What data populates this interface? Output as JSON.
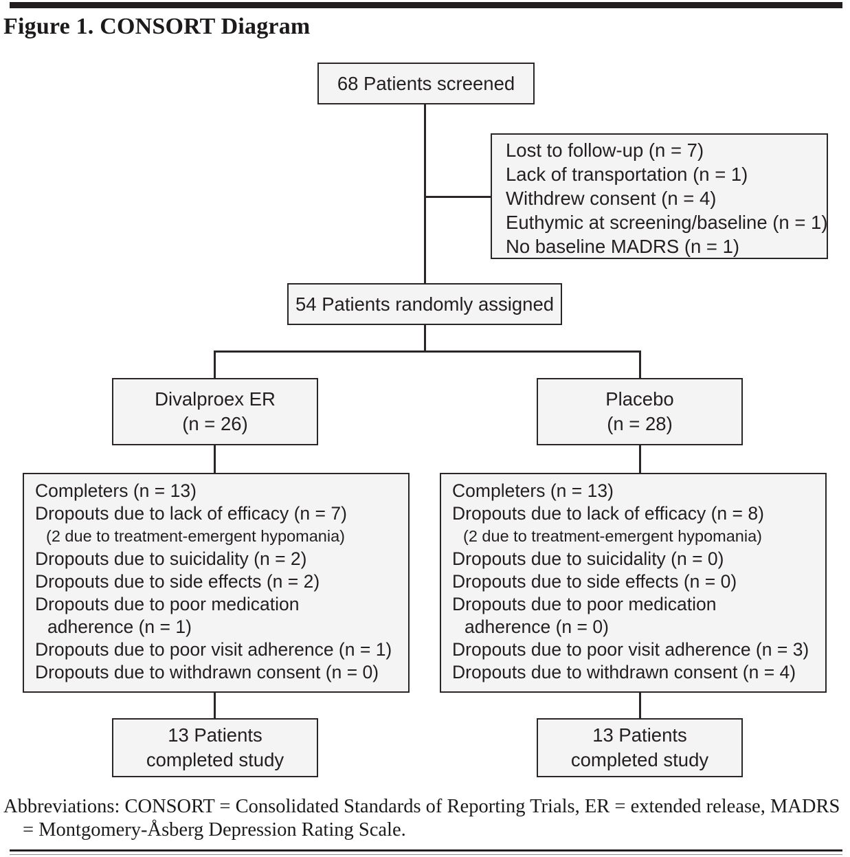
{
  "figure": {
    "title": "Figure 1. CONSORT Diagram",
    "footnote": "Abbreviations: CONSORT = Consolidated Standards of Reporting Trials, ER = extended release, MADRS = Montgomery-Åsberg Depression Rating Scale."
  },
  "colors": {
    "box_fill": "#f4f4f4",
    "box_border": "#2a2627",
    "line": "#2a2627",
    "text": "#231f20",
    "top_rule": "#221e1f"
  },
  "boxes": {
    "screened": {
      "label": "68 Patients screened"
    },
    "excluded": {
      "lines": [
        "Lost to follow-up (n = 7)",
        "Lack of transportation (n = 1)",
        "Withdrew consent (n = 4)",
        "Euthymic at screening/baseline (n = 1)",
        "No baseline MADRS (n = 1)"
      ]
    },
    "randomized": {
      "label": "54 Patients randomly assigned"
    },
    "arm_left": {
      "line1": "Divalproex ER",
      "line2": "(n = 26)"
    },
    "arm_right": {
      "line1": "Placebo",
      "line2": "(n = 28)"
    },
    "detail_left": {
      "lines": [
        {
          "text": "Completers (n = 13)"
        },
        {
          "text": "Dropouts due to lack of efficacy (n = 7)"
        },
        {
          "text": "(2 due to treatment-emergent hypomania)",
          "style": "note"
        },
        {
          "text": "Dropouts due to suicidality (n = 2)"
        },
        {
          "text": "Dropouts due to side effects (n = 2)"
        },
        {
          "text": "Dropouts due to poor medication"
        },
        {
          "text": "adherence (n = 1)",
          "style": "cont"
        },
        {
          "text": "Dropouts due to poor visit adherence (n = 1)"
        },
        {
          "text": "Dropouts due to withdrawn consent (n = 0)"
        }
      ]
    },
    "detail_right": {
      "lines": [
        {
          "text": "Completers (n = 13)"
        },
        {
          "text": "Dropouts due to lack of efficacy (n = 8)"
        },
        {
          "text": "(2 due to treatment-emergent hypomania)",
          "style": "note"
        },
        {
          "text": "Dropouts due to suicidality (n = 0)"
        },
        {
          "text": "Dropouts due to side effects (n = 0)"
        },
        {
          "text": "Dropouts due to poor medication"
        },
        {
          "text": "adherence (n = 0)",
          "style": "cont"
        },
        {
          "text": "Dropouts due to poor visit adherence (n = 3)"
        },
        {
          "text": "Dropouts due to withdrawn consent (n = 4)"
        }
      ]
    },
    "completed_left": {
      "line1": "13 Patients",
      "line2": "completed study"
    },
    "completed_right": {
      "line1": "13 Patients",
      "line2": "completed study"
    }
  }
}
